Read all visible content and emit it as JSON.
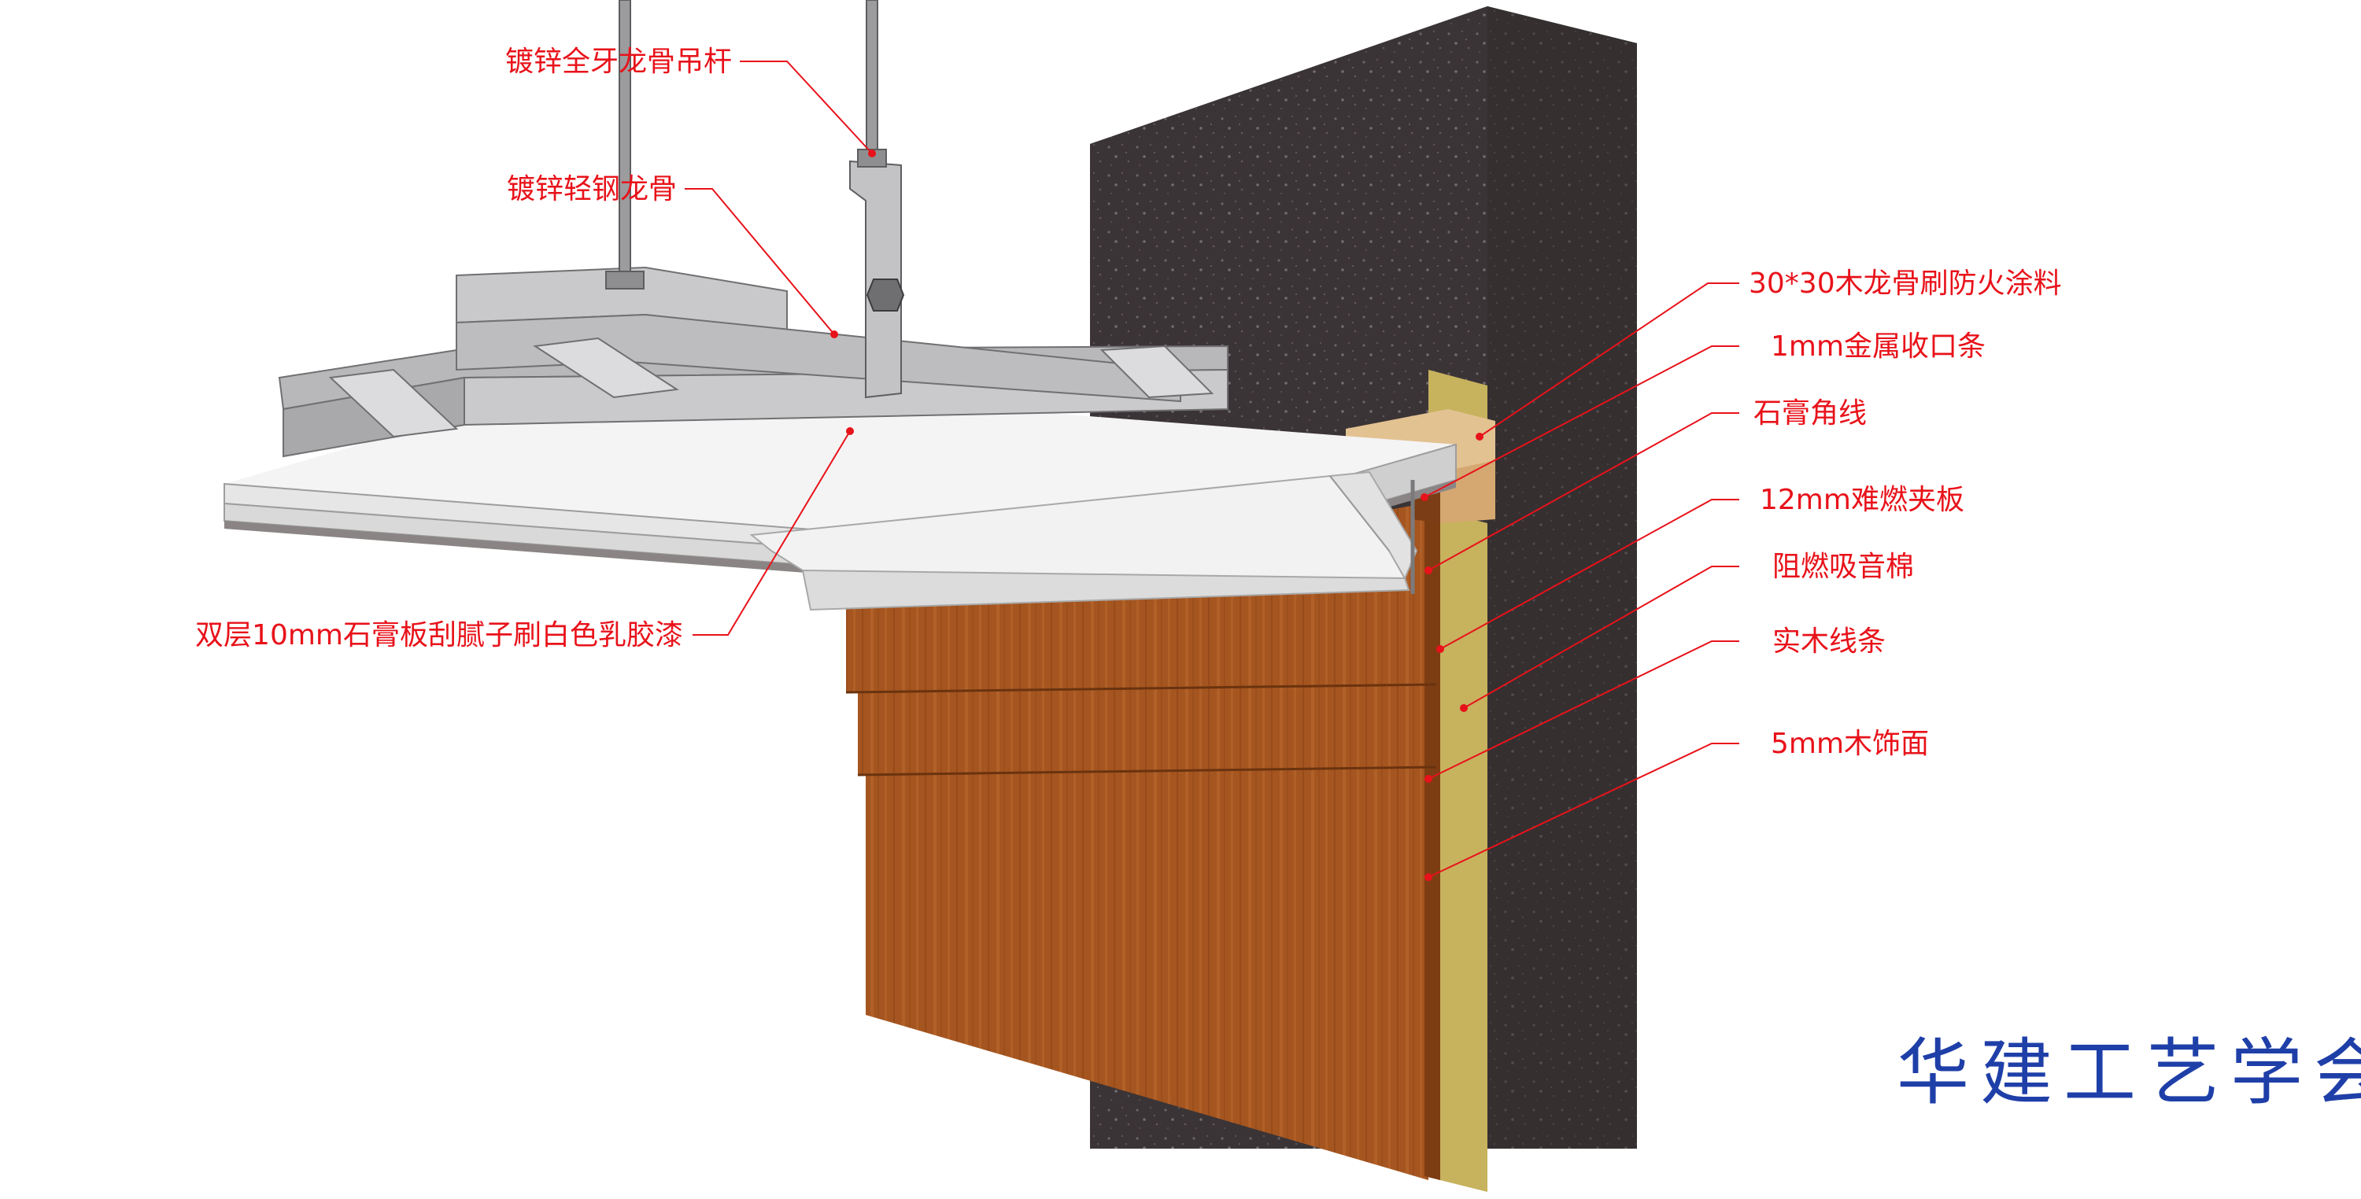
{
  "diagram": {
    "labels": {
      "rod": "镀锌全牙龙骨吊杆",
      "keel": "镀锌轻钢龙骨",
      "gypsum_double": "双层10mm石膏板刮腻子刷白色乳胶漆",
      "wood_keel": "30*30木龙骨刷防火涂料",
      "metal_strip": "1mm金属收口条",
      "cornice": "石膏角线",
      "fire_board": "12mm难燃夹板",
      "sound_wool": "阻燃吸音棉",
      "solid_wood": "实木线条",
      "veneer": "5mm木饰面"
    },
    "watermark": "华建工艺学会",
    "colors": {
      "label": "#e8121a",
      "leader": "#e8121a",
      "watermark": "#1f3fa8",
      "concrete": "#3b3436",
      "wood": "#a5551f",
      "steel": "#c9c9cb",
      "board": "#8a8584",
      "cornice": "#f2f2f2",
      "wool": "#c7b25e"
    }
  }
}
